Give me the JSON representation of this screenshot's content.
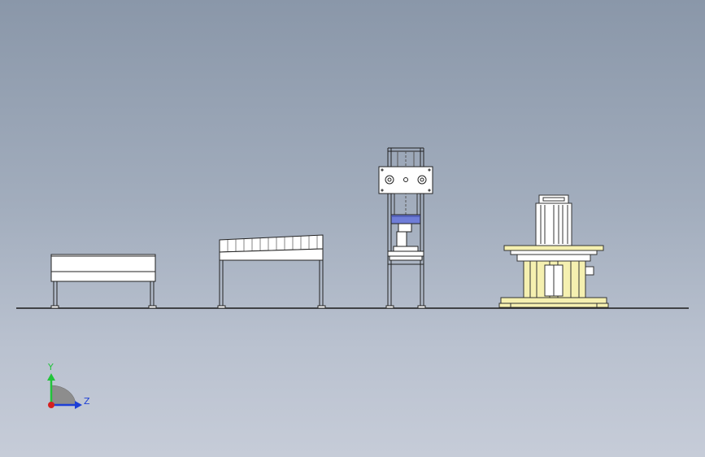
{
  "viewport": {
    "background_top": "#8a97a9",
    "background_bottom": "#c6ccd8",
    "ground_color": "#1a1a1a"
  },
  "models": [
    {
      "name": "flat-conveyor-table",
      "color": "#ffffff"
    },
    {
      "name": "inclined-roller-conveyor",
      "color": "#ffffff"
    },
    {
      "name": "press-station",
      "color": "#ffffff",
      "accent": "#6f7dd8"
    },
    {
      "name": "rotary-indexing-table",
      "color": "#f5f0b0"
    }
  ],
  "triad": {
    "y_label": "Y",
    "z_label": "Z",
    "y_color": "#22c33b",
    "z_color": "#1d3fd6",
    "x_color": "#d42020"
  }
}
